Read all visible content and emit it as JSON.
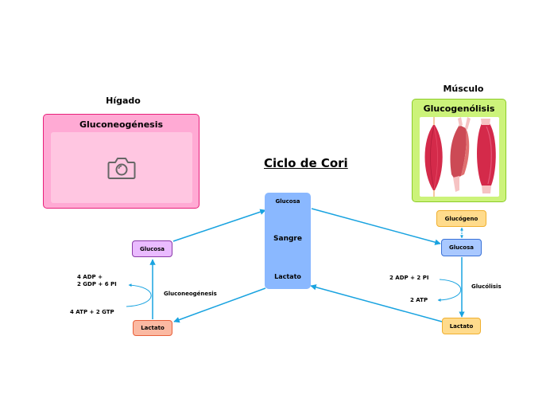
{
  "title": "Ciclo de Cori",
  "liver": {
    "section_label": "Hígado",
    "panel_title": "Gluconeogénesis",
    "image_icon": "camera-icon",
    "colors": {
      "fill": "#ffaad4",
      "border": "#e8207a",
      "inner": "#ffc6e1",
      "icon": "#666666"
    }
  },
  "muscle": {
    "section_label": "Músculo",
    "panel_title": "Glucogenólisis",
    "image_icon": "muscle-illustration",
    "colors": {
      "fill": "#ccf37a",
      "border": "#8ccc2a",
      "inner": "#ffffff"
    }
  },
  "blood": {
    "top_label": "Glucosa",
    "center_label": "Sangre",
    "bottom_label": "Lactato",
    "color": "#8ab8ff"
  },
  "liver_nodes": {
    "glucosa": {
      "label": "Glucosa",
      "fill": "#eabbff",
      "border": "#8a3aa8"
    },
    "lactato": {
      "label": "Lactato",
      "fill": "#fbb9a2",
      "border": "#e8603a"
    }
  },
  "muscle_nodes": {
    "glucogeno": {
      "label": "Glucógeno",
      "fill": "#ffdb8c",
      "border": "#f0b030"
    },
    "glucosa": {
      "label": "Glucosa",
      "fill": "#a9c8ff",
      "border": "#3a72d8"
    },
    "lactato": {
      "label": "Lactato",
      "fill": "#ffdb8c",
      "border": "#f0b030"
    }
  },
  "liver_labels": {
    "process": "Gluconeogénesis",
    "output_line1": "4 ADP +",
    "output_line2": "2 GDP + 6 PI",
    "input": "4 ATP + 2 GTP"
  },
  "muscle_labels": {
    "process": "Glucólisis",
    "input": "2 ADP + 2 PI",
    "output": "2 ATP"
  },
  "arrow_color": "#19a3e0"
}
